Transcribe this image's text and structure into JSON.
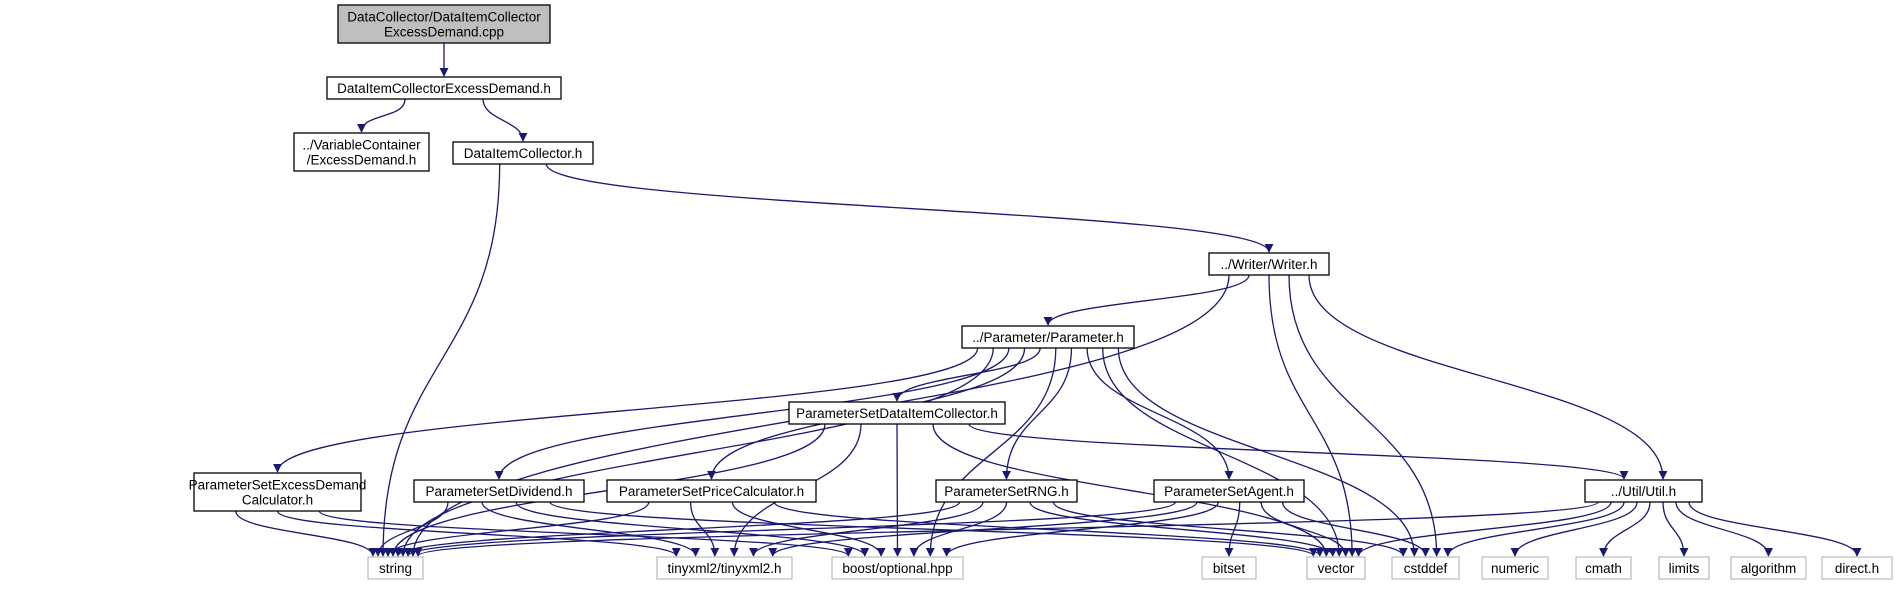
{
  "graph": {
    "title": "",
    "edge_color": "#191970",
    "root_fill": "#bfbfbf",
    "external_border": "#bfbfbf",
    "nodes": [
      {
        "id": "root",
        "lines": [
          "DataCollector/DataItemCollector",
          "ExcessDemand.cpp"
        ],
        "kind": "root"
      },
      {
        "id": "dice_h",
        "lines": [
          "DataItemCollectorExcessDemand.h"
        ],
        "kind": "normal"
      },
      {
        "id": "vc_ed",
        "lines": [
          "../VariableContainer",
          "/ExcessDemand.h"
        ],
        "kind": "normal"
      },
      {
        "id": "dic_h",
        "lines": [
          "DataItemCollector.h"
        ],
        "kind": "normal"
      },
      {
        "id": "writer",
        "lines": [
          "../Writer/Writer.h"
        ],
        "kind": "normal"
      },
      {
        "id": "param",
        "lines": [
          "../Parameter/Parameter.h"
        ],
        "kind": "normal"
      },
      {
        "id": "psdic",
        "lines": [
          "ParameterSetDataItemCollector.h"
        ],
        "kind": "normal"
      },
      {
        "id": "psed",
        "lines": [
          "ParameterSetExcessDemand",
          "Calculator.h"
        ],
        "kind": "normal"
      },
      {
        "id": "psdiv",
        "lines": [
          "ParameterSetDividend.h"
        ],
        "kind": "normal"
      },
      {
        "id": "pspc",
        "lines": [
          "ParameterSetPriceCalculator.h"
        ],
        "kind": "normal"
      },
      {
        "id": "psrng",
        "lines": [
          "ParameterSetRNG.h"
        ],
        "kind": "normal"
      },
      {
        "id": "psagent",
        "lines": [
          "ParameterSetAgent.h"
        ],
        "kind": "normal"
      },
      {
        "id": "util",
        "lines": [
          "../Util/Util.h"
        ],
        "kind": "normal"
      },
      {
        "id": "string",
        "lines": [
          "string"
        ],
        "kind": "external"
      },
      {
        "id": "tinyxml",
        "lines": [
          "tinyxml2/tinyxml2.h"
        ],
        "kind": "external"
      },
      {
        "id": "optional",
        "lines": [
          "boost/optional.hpp"
        ],
        "kind": "external"
      },
      {
        "id": "bitset",
        "lines": [
          "bitset"
        ],
        "kind": "external"
      },
      {
        "id": "vector",
        "lines": [
          "vector"
        ],
        "kind": "external"
      },
      {
        "id": "cstddef",
        "lines": [
          "cstddef"
        ],
        "kind": "external"
      },
      {
        "id": "numeric",
        "lines": [
          "numeric"
        ],
        "kind": "external"
      },
      {
        "id": "cmath",
        "lines": [
          "cmath"
        ],
        "kind": "external"
      },
      {
        "id": "limits",
        "lines": [
          "limits"
        ],
        "kind": "external"
      },
      {
        "id": "algorithm",
        "lines": [
          "algorithm"
        ],
        "kind": "external"
      },
      {
        "id": "direct",
        "lines": [
          "direct.h"
        ],
        "kind": "external"
      }
    ],
    "edges": [
      [
        "root",
        "dice_h"
      ],
      [
        "dice_h",
        "vc_ed"
      ],
      [
        "dice_h",
        "dic_h"
      ],
      [
        "dic_h",
        "string"
      ],
      [
        "dic_h",
        "writer"
      ],
      [
        "writer",
        "string"
      ],
      [
        "writer",
        "param"
      ],
      [
        "writer",
        "vector"
      ],
      [
        "writer",
        "cstddef"
      ],
      [
        "writer",
        "util"
      ],
      [
        "param",
        "string"
      ],
      [
        "param",
        "psed"
      ],
      [
        "param",
        "psdiv"
      ],
      [
        "param",
        "pspc"
      ],
      [
        "param",
        "psdic"
      ],
      [
        "param",
        "psrng"
      ],
      [
        "param",
        "optional"
      ],
      [
        "param",
        "psagent"
      ],
      [
        "param",
        "vector"
      ],
      [
        "param",
        "cstddef"
      ],
      [
        "psdic",
        "string"
      ],
      [
        "psdic",
        "tinyxml"
      ],
      [
        "psdic",
        "optional"
      ],
      [
        "psdic",
        "vector"
      ],
      [
        "psdic",
        "util"
      ],
      [
        "psed",
        "string"
      ],
      [
        "psed",
        "tinyxml"
      ],
      [
        "psed",
        "optional"
      ],
      [
        "psdiv",
        "string"
      ],
      [
        "psdiv",
        "tinyxml"
      ],
      [
        "psdiv",
        "optional"
      ],
      [
        "psdiv",
        "vector"
      ],
      [
        "pspc",
        "string"
      ],
      [
        "pspc",
        "tinyxml"
      ],
      [
        "pspc",
        "optional"
      ],
      [
        "pspc",
        "vector"
      ],
      [
        "psrng",
        "string"
      ],
      [
        "psrng",
        "tinyxml"
      ],
      [
        "psrng",
        "optional"
      ],
      [
        "psrng",
        "vector"
      ],
      [
        "psrng",
        "cstddef"
      ],
      [
        "psagent",
        "string"
      ],
      [
        "psagent",
        "tinyxml"
      ],
      [
        "psagent",
        "optional"
      ],
      [
        "psagent",
        "bitset"
      ],
      [
        "psagent",
        "vector"
      ],
      [
        "psagent",
        "cstddef"
      ],
      [
        "util",
        "string"
      ],
      [
        "util",
        "vector"
      ],
      [
        "util",
        "cstddef"
      ],
      [
        "util",
        "numeric"
      ],
      [
        "util",
        "cmath"
      ],
      [
        "util",
        "limits"
      ],
      [
        "util",
        "algorithm"
      ],
      [
        "util",
        "direct"
      ]
    ]
  }
}
